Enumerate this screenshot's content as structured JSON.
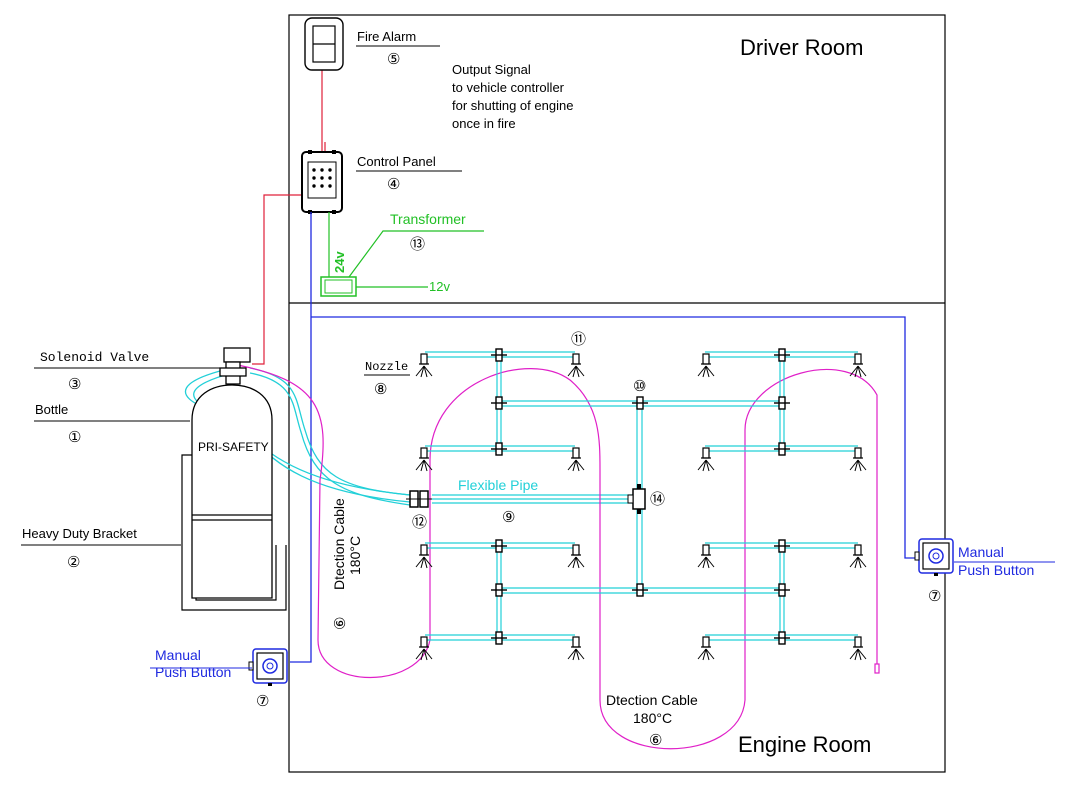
{
  "rooms": {
    "driver": "Driver Room",
    "engine": "Engine Room"
  },
  "components": {
    "fire_alarm": {
      "label": "Fire Alarm",
      "num": "⑤"
    },
    "control_panel": {
      "label": "Control Panel",
      "num": "④"
    },
    "output_signal": [
      "Output Signal",
      "to vehicle controller",
      "for shutting of engine",
      "once in fire"
    ],
    "transformer": {
      "label": "Transformer",
      "num": "⑬",
      "in_voltage": "24v",
      "out_voltage": "12v"
    },
    "solenoid_valve": {
      "label": "Solenoid Valve",
      "num": "③"
    },
    "bottle": {
      "label": "Bottle",
      "num": "①",
      "brand": "PRI-SAFETY"
    },
    "bracket": {
      "label": "Heavy Duty Bracket",
      "num": "②"
    },
    "nozzle": {
      "label": "Nozzle",
      "num": "⑧"
    },
    "pipe_num": "⑪",
    "tee_num": "⑩",
    "junction_num": "⑭",
    "connector_num": "⑫",
    "flexible_pipe": {
      "label": "Flexible Pipe",
      "num": "⑨"
    },
    "detection_cable_left": {
      "label": "Dtection Cable",
      "temp": "180°C",
      "num": "⑥"
    },
    "detection_cable_bottom": {
      "label": "Dtection Cable",
      "temp": "180°C",
      "num": "⑥"
    },
    "push_left": {
      "line1": "Manual",
      "line2": "Push Button",
      "num": "⑦"
    },
    "push_right": {
      "line1": "Manual",
      "line2": "Push Button",
      "num": "⑦"
    }
  },
  "colors": {
    "line": "#000000",
    "signal": "#e0203a",
    "cyan_pipe": "#22d0d8",
    "magenta_cable": "#e020c8",
    "blue_wire": "#1f2ae0",
    "transformer": "#22c026"
  }
}
